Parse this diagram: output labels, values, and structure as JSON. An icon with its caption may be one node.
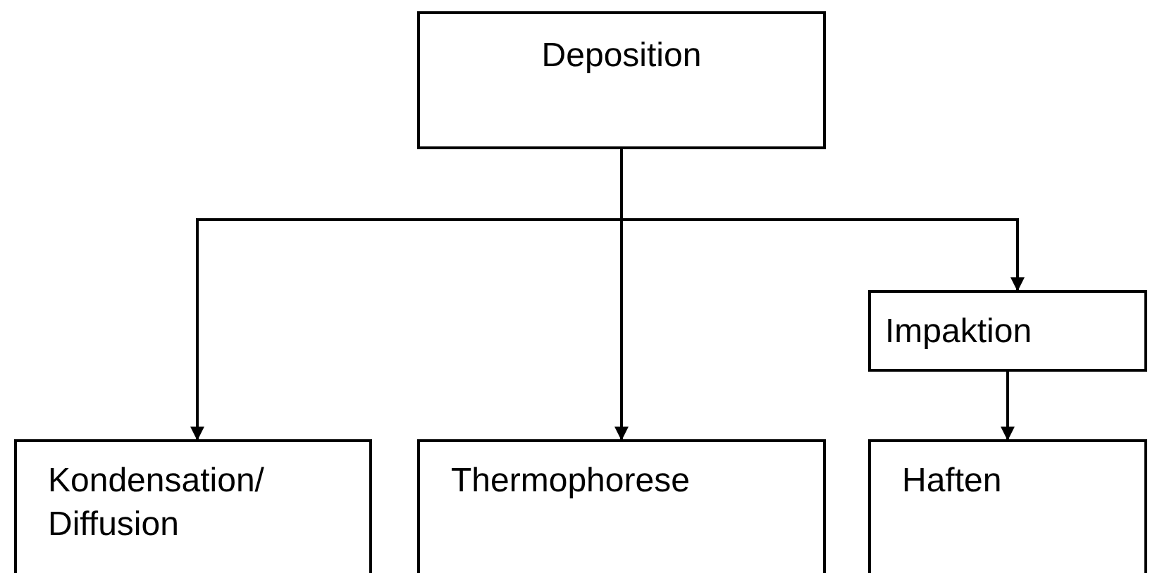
{
  "diagram": {
    "nodes": [
      {
        "text": [
          "Deposition"
        ]
      },
      {
        "text": [
          "Impaktion"
        ]
      },
      {
        "text": [
          "Kondensation/ Diffusion"
        ]
      },
      {
        "text": [
          "Thermophorese"
        ]
      },
      {
        "text": [
          "Haften"
        ]
      }
    ],
    "edges": [
      {
        "from": 0,
        "to": 2,
        "arrow": "to"
      },
      {
        "from": 0,
        "to": 3,
        "arrow": "to"
      },
      {
        "from": 0,
        "to": 1,
        "arrow": "to"
      },
      {
        "from": 1,
        "to": 4,
        "arrow": "to"
      }
    ]
  }
}
